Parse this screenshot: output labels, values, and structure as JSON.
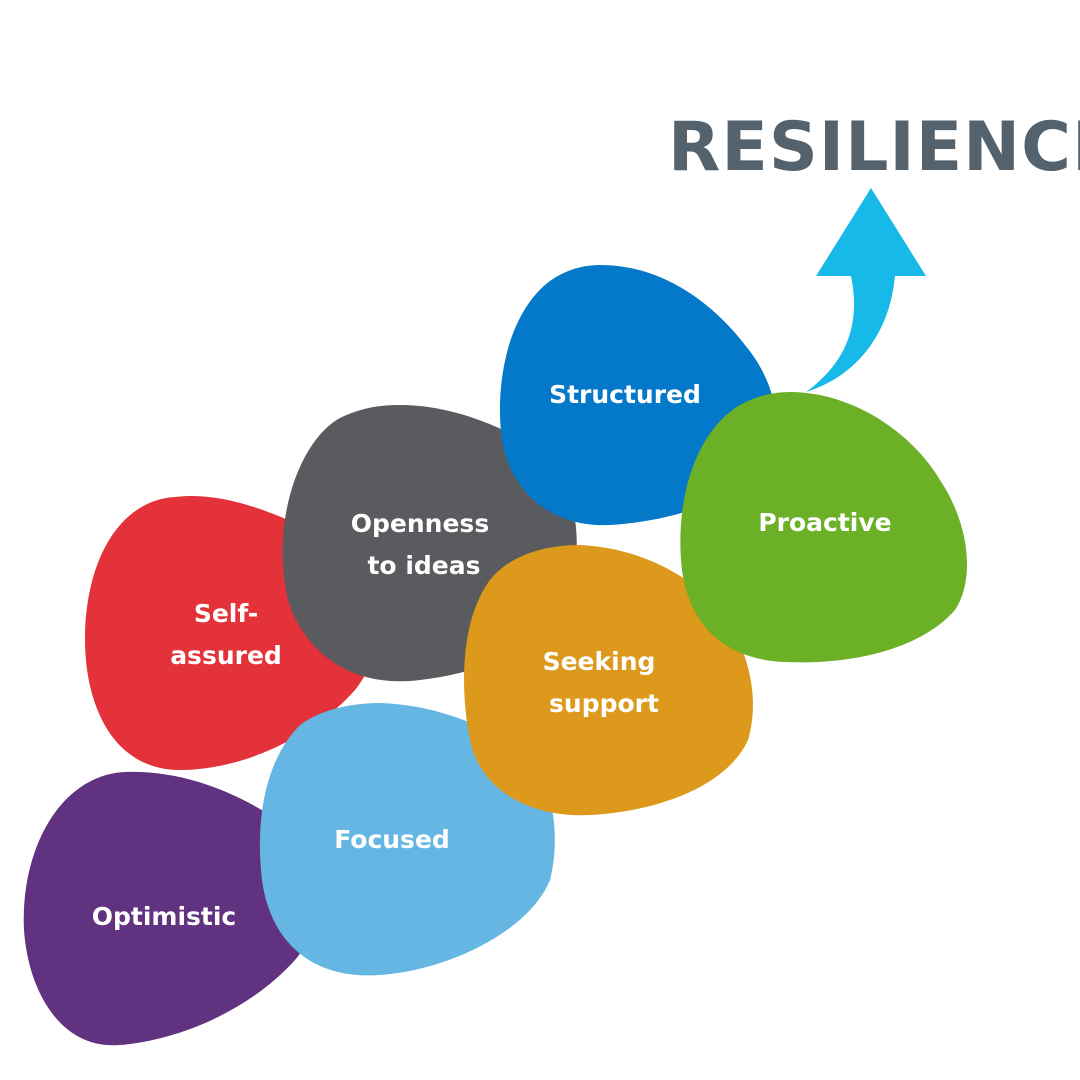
{
  "title": "RESILIENCE",
  "colors": {
    "title": "#53626c",
    "arrow": "#17b9e8",
    "text": "#ffffff"
  },
  "arrow": {
    "icon": "curved-arrow-up-icon"
  },
  "traits": [
    {
      "id": "self-assured",
      "lines": [
        "Self-",
        "assured"
      ],
      "color": "#e4323a"
    },
    {
      "id": "openness",
      "lines": [
        "Openness",
        "to ideas"
      ],
      "color": "#5a5b5e"
    },
    {
      "id": "structured",
      "lines": [
        "Structured"
      ],
      "color": "#0479c9"
    },
    {
      "id": "optimistic",
      "lines": [
        "Optimistic"
      ],
      "color": "#61327f"
    },
    {
      "id": "focused",
      "lines": [
        "Focused"
      ],
      "color": "#66b6e4"
    },
    {
      "id": "seeking-support",
      "lines": [
        "Seeking",
        "support"
      ],
      "color": "#dc991b"
    },
    {
      "id": "proactive",
      "lines": [
        "Proactive"
      ],
      "color": "#6bb027"
    }
  ]
}
